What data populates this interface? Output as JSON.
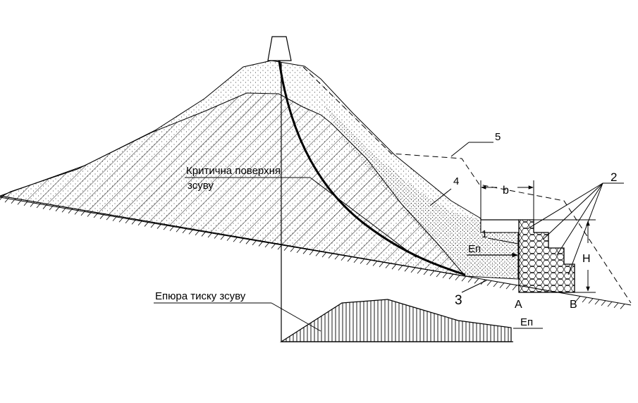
{
  "labels": {
    "critical_surface_line1": "Критична поверхня",
    "critical_surface_line2": "зсуву",
    "pressure_diagram": "Епюра тиску зсуву",
    "en_upper": "Еп",
    "en_lower": "Еп",
    "num_1": "1",
    "num_2": "2",
    "num_3": "3",
    "num_4": "4",
    "num_5": "5",
    "dim_b": "b",
    "dim_h": "H",
    "point_a": "A",
    "point_b": "B"
  },
  "colors": {
    "line": "#000000",
    "background": "#ffffff"
  }
}
